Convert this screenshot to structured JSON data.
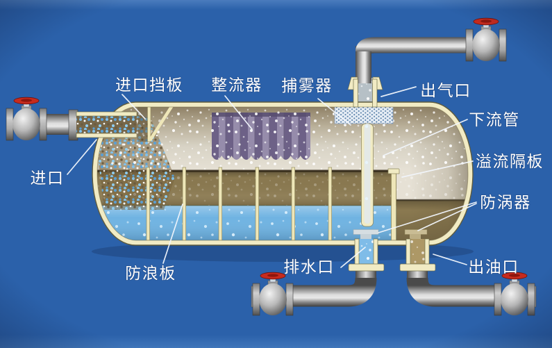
{
  "diagram": "horizontal three-phase separator vessel cutaway",
  "labels": {
    "inlet": "进口",
    "inlet_baffle": "进口挡板",
    "flow_straightener": "整流器",
    "mist_extractor": "捕雾器",
    "gas_outlet": "出气口",
    "downcomer": "下流管",
    "overflow_baffle": "溢流隔板",
    "vortex_breaker": "防涡器",
    "water_outlet": "排水口",
    "oil_outlet": "出油口",
    "wave_baffle": "防浪板"
  },
  "colors": {
    "background": "#2b61aa",
    "background_top_edge": "#4a7cbd",
    "background_bottom_edge": "#4076ba",
    "vessel_shell": "#f1ebc4",
    "vessel_outline": "#5f5c3e",
    "gas_space_dark": "#8f8166",
    "gas_space_light": "#e6e1d5",
    "oil": "#8a7950",
    "oil_surface_line": "#33291a",
    "water": "#6fb3e2",
    "flow_straightener_light": "#968cab",
    "flow_straightener_dark": "#6d6187",
    "mist_pad_base": "#e6edf5",
    "mist_pad_dot": "#46729f",
    "pipe_gray": "#c9c9c9",
    "valve_handwheel_red": "#c62b1e",
    "label_text": "#ffffff",
    "leader_line": "#f2f6fc"
  }
}
